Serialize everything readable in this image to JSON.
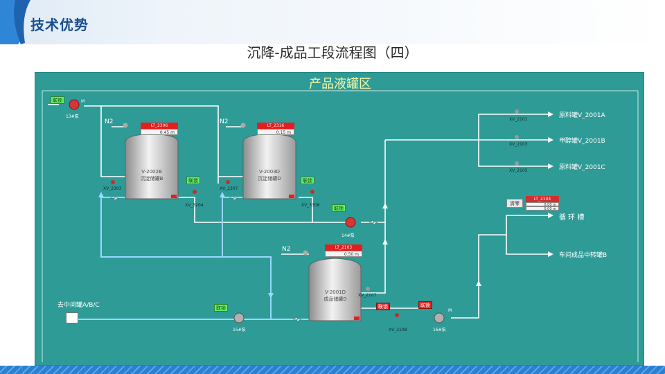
{
  "header": {
    "section_title": "技术优势",
    "slide_title": "沉降-成品工段流程图（四）"
  },
  "hmi": {
    "zone_title": "产品液罐区",
    "colors": {
      "screen": "#2e9b97",
      "pipe": "#ffffff",
      "return_pipe": "#9ad7ff",
      "alarm_red": "#e41e1e",
      "run_green": "#66ee66"
    },
    "buttons": {
      "pump13_run": "联锁",
      "valve3204_run": "联锁",
      "valve3308_run": "联锁",
      "pump14_run": "联锁",
      "pump15_run": "联锁",
      "valve2108_stop": "联锁",
      "pump16_stop": "联锁",
      "clear": "清零"
    },
    "pump_m": "M",
    "pumps": {
      "p13_label": "13#泵",
      "p14_label": "14#泵",
      "p15_label": "15#泵",
      "p16_label": "16#泵"
    },
    "n2_label": "N2",
    "tanks": {
      "t1_line1": "V-2002B",
      "t1_line2": "沉淀储罐B",
      "t2_line1": "V-2003D",
      "t2_line2": "沉淀储罐D",
      "t3_line1": "V-2001D",
      "t3_line2": "成品储罐D"
    },
    "levels": {
      "l1_tag": "LT_2306",
      "l1_value": "0.45 m",
      "l2_tag": "LT_2316",
      "l2_value": "0.15 m",
      "l3_tag": "LT_2103",
      "l3_value": "0.50 m"
    },
    "level4": {
      "tag": "LT_2104",
      "v1": "0.00 m",
      "v2": "0.00 m"
    },
    "valves": {
      "xv2303": "XV_2303",
      "xv2307": "XV_2307",
      "xv3204": "XV_3204",
      "xv3308": "XV_3308",
      "xv2107": "XV_2107",
      "xv2108": "XV_2108",
      "xv2101": "XV_2101",
      "xv2103": "XV_2103",
      "xv2105": "XV_2105"
    },
    "destinations": {
      "d1": "原料罐V_2001A",
      "d2": "甲醇罐V_2001B",
      "d3": "原料罐V_2001C",
      "d4": "循 环 槽",
      "d5": "车间成品中转罐B",
      "d6": "去中间罐A/B/C"
    }
  }
}
